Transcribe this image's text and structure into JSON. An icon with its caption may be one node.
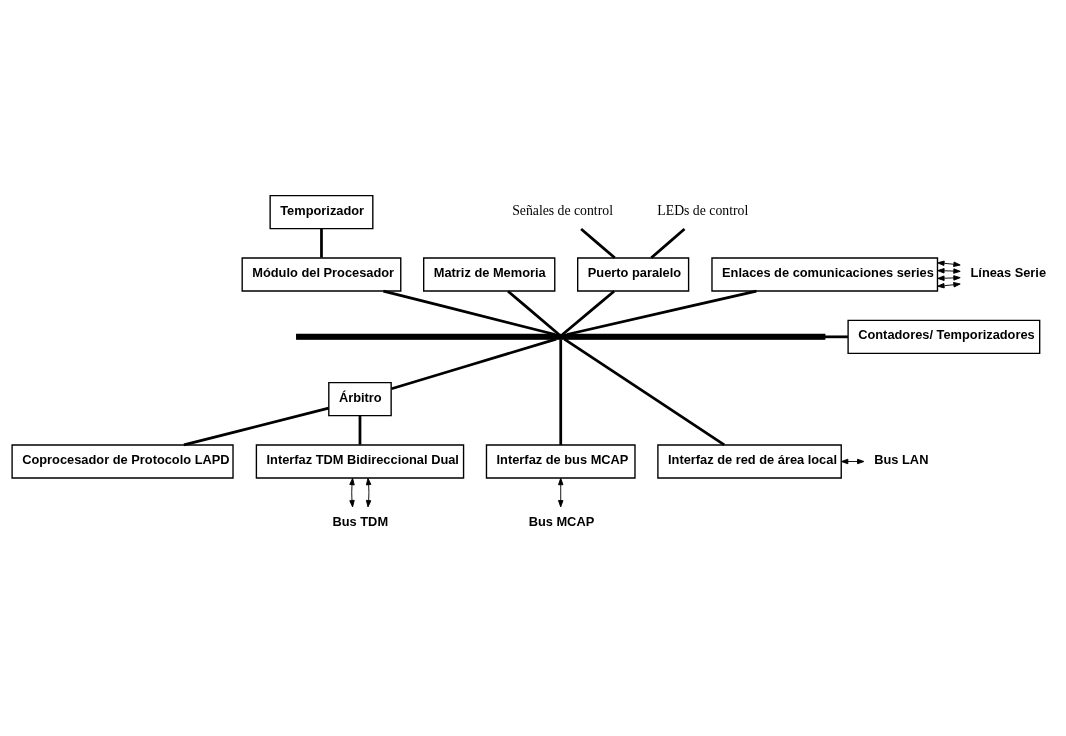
{
  "diagram": {
    "nodes": [
      {
        "text": [
          "Temporizador"
        ]
      },
      {
        "text": [
          "Módulo del Procesador"
        ]
      },
      {
        "text": [
          "Matriz de Memoria"
        ]
      },
      {
        "text": [
          "Señales de control"
        ]
      },
      {
        "text": [
          "LEDs de control"
        ]
      },
      {
        "text": [
          "Puerto paralelo"
        ]
      },
      {
        "text": [
          "Enlaces de comunicaciones series"
        ]
      },
      {
        "text": [
          "Líneas Serie"
        ]
      },
      {
        "text": [],
        "shape": "bar"
      },
      {
        "text": [
          "Contadores/ Temporizadores"
        ]
      },
      {
        "text": [
          "Árbitro"
        ]
      },
      {
        "text": [
          "Coprocesador de Protocolo LAPD"
        ]
      },
      {
        "text": [
          "Interfaz TDM Bidireccional Dual"
        ]
      },
      {
        "text": [
          "Interfaz de bus MCAP"
        ]
      },
      {
        "text": [
          "Interfaz de red de área local"
        ]
      },
      {
        "text": [
          "Bus LAN"
        ]
      },
      {
        "text": [
          "Bus TDM"
        ]
      },
      {
        "text": [
          "Bus MCAP"
        ]
      }
    ],
    "edges": [
      {
        "from": 0,
        "to": 1,
        "arrow": "none"
      },
      {
        "from": 1,
        "to": 8,
        "arrow": "none"
      },
      {
        "from": 2,
        "to": 8,
        "arrow": "none"
      },
      {
        "from": 3,
        "to": 5,
        "arrow": "none"
      },
      {
        "from": 4,
        "to": 5,
        "arrow": "none"
      },
      {
        "from": 5,
        "to": 8,
        "arrow": "none"
      },
      {
        "from": 6,
        "to": 7,
        "arrow": "both"
      },
      {
        "from": 6,
        "to": 7,
        "arrow": "both"
      },
      {
        "from": 6,
        "to": 7,
        "arrow": "both"
      },
      {
        "from": 6,
        "to": 7,
        "arrow": "both"
      },
      {
        "from": 6,
        "to": 8,
        "arrow": "none"
      },
      {
        "from": 8,
        "to": 9,
        "arrow": "none"
      },
      {
        "from": 8,
        "to": 10,
        "arrow": "none"
      },
      {
        "from": 10,
        "to": 11,
        "arrow": "none"
      },
      {
        "from": 10,
        "to": 12,
        "arrow": "none"
      },
      {
        "from": 8,
        "to": 13,
        "arrow": "none"
      },
      {
        "from": 8,
        "to": 14,
        "arrow": "none"
      },
      {
        "from": 14,
        "to": 15,
        "arrow": "both"
      },
      {
        "from": 12,
        "to": 16,
        "arrow": "both"
      },
      {
        "from": 12,
        "to": 16,
        "arrow": "both"
      },
      {
        "from": 13,
        "to": 17,
        "arrow": "both"
      }
    ]
  }
}
